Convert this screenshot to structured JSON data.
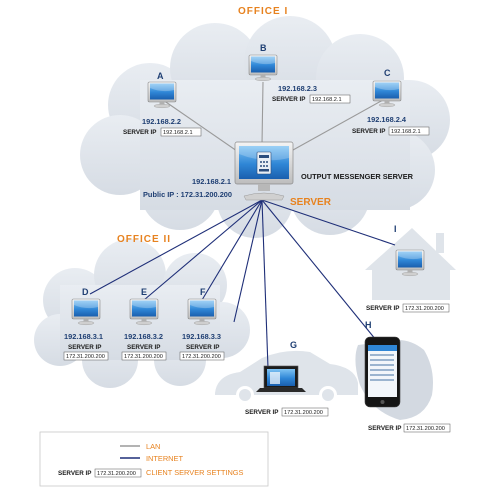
{
  "offices": {
    "office1": "OFFICE I",
    "office2": "OFFICE II"
  },
  "server": {
    "ip": "192.168.2.1",
    "public_ip": "Public IP : 172.31.200.200",
    "name": "OUTPUT MESSENGER SERVER",
    "role": "SERVER"
  },
  "clients": {
    "a": {
      "letter": "A",
      "ip": "192.168.2.2",
      "server_ip_label": "SERVER IP",
      "server_ip": "192.168.2.1"
    },
    "b": {
      "letter": "B",
      "ip": "192.168.2.3",
      "server_ip_label": "SERVER IP",
      "server_ip": "192.168.2.1"
    },
    "c": {
      "letter": "C",
      "ip": "192.168.2.4",
      "server_ip_label": "SERVER IP",
      "server_ip": "192.168.2.1"
    },
    "d": {
      "letter": "D",
      "ip": "192.168.3.1",
      "server_ip_label": "SERVER IP",
      "server_ip": "172.31.200.200"
    },
    "e": {
      "letter": "E",
      "ip": "192.168.3.2",
      "server_ip_label": "SERVER IP",
      "server_ip": "172.31.200.200"
    },
    "f": {
      "letter": "F",
      "ip": "192.168.3.3",
      "server_ip_label": "SERVER IP",
      "server_ip": "172.31.200.200"
    },
    "g": {
      "letter": "G",
      "server_ip_label": "SERVER IP",
      "server_ip": "172.31.200.200"
    },
    "h": {
      "letter": "H",
      "server_ip_label": "SERVER IP",
      "server_ip": "172.31.200.200"
    },
    "i": {
      "letter": "I",
      "server_ip_label": "SERVER IP",
      "server_ip": "172.31.200.200"
    }
  },
  "legend": {
    "lan": "LAN",
    "internet": "INTERNET",
    "server_ip_label": "SERVER IP",
    "server_ip": "172.31.200.200",
    "client_settings": "CLIENT SERVER SETTINGS"
  },
  "colors": {
    "cloud": "#dfe4ea",
    "lan_line": "#9a9a9a",
    "internet_line": "#1f2f78",
    "accent": "#e7821f",
    "ip_text": "#1f3f73"
  }
}
